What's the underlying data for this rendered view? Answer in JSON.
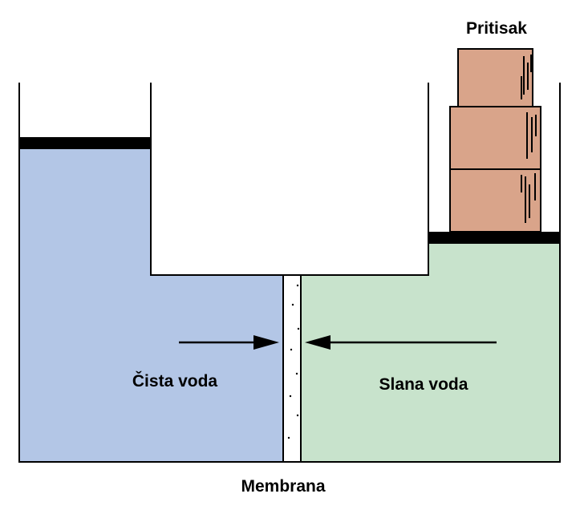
{
  "labels": {
    "pressure": "Pritisak",
    "pure_water": "Čista voda",
    "salt_water": "Slana voda",
    "membrane": "Membrana"
  },
  "colors": {
    "pure_water": "#b3c6e6",
    "salt_water": "#c8e3cc",
    "weight_block": "#d9a48a",
    "piston": "#000000",
    "outline": "#000000"
  }
}
